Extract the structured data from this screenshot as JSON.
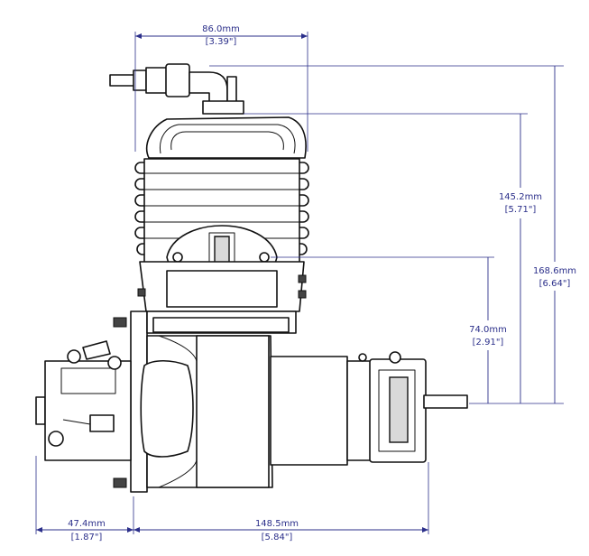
{
  "dimensions": {
    "width_top": {
      "mm": "86.0mm",
      "inch": "[3.39\"]"
    },
    "height_plug": {
      "mm": "145.2mm",
      "inch": "[5.71\"]"
    },
    "height_total": {
      "mm": "168.6mm",
      "inch": "[6.64\"]"
    },
    "height_shaft": {
      "mm": "74.0mm",
      "inch": "[2.91\"]"
    },
    "width_carb": {
      "mm": "47.4mm",
      "inch": "[1.87\"]"
    },
    "width_body": {
      "mm": "148.5mm",
      "inch": "[5.84\"]"
    }
  },
  "colors": {
    "dimension": "#2b2f8a",
    "drawing": "#111111",
    "background": "#ffffff"
  }
}
